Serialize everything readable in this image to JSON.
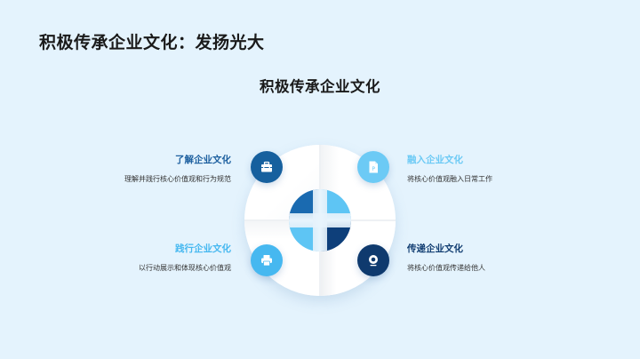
{
  "slide": {
    "title": "积极传承企业文化：发扬光大",
    "subtitle": "积极传承企业文化"
  },
  "colors": {
    "background": "#e4f3fd",
    "dark_blue": "#0f3a6e",
    "mid_blue": "#16609e",
    "light_blue": "#6ccaf5",
    "sky_blue": "#46b8f0"
  },
  "items": [
    {
      "heading": "了解企业文化",
      "description": "理解并践行核心价值观和行为规范",
      "icon": "briefcase-icon",
      "position": "top-left"
    },
    {
      "heading": "融入企业文化",
      "description": "将核心价值观融入日常工作",
      "icon": "document-icon",
      "position": "top-right"
    },
    {
      "heading": "践行企业文化",
      "description": "以行动展示和体现核心价值观",
      "icon": "printer-icon",
      "position": "bottom-left"
    },
    {
      "heading": "传递企业文化",
      "description": "将核心价值观传递给他人",
      "icon": "webcam-icon",
      "position": "bottom-right"
    }
  ]
}
